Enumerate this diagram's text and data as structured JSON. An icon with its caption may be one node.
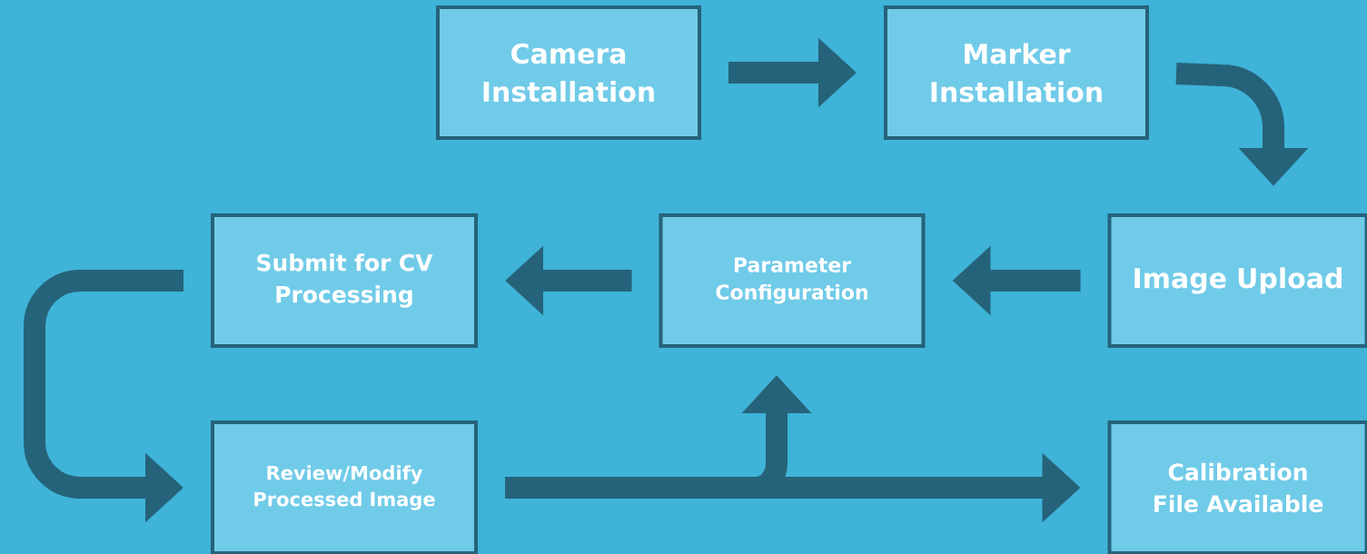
{
  "diagram": {
    "nodes": [
      {
        "text": [
          "Camera Installation"
        ]
      },
      {
        "text": [
          "Marker Installation"
        ]
      },
      {
        "text": [
          "Image Upload"
        ]
      },
      {
        "text": [
          "Parameter Configuration"
        ]
      },
      {
        "text": [
          "Submit for CV Processing"
        ]
      },
      {
        "text": [
          "Review/Modify Processed Image"
        ]
      },
      {
        "text": [
          "Calibration File Available"
        ]
      }
    ],
    "edges": [
      {
        "from": 0,
        "to": 1,
        "arrow": "to"
      },
      {
        "from": 1,
        "to": 2,
        "arrow": "to"
      },
      {
        "from": 2,
        "to": 3,
        "arrow": "to"
      },
      {
        "from": 3,
        "to": 4,
        "arrow": "to"
      },
      {
        "from": 4,
        "to": 5,
        "arrow": "to"
      },
      {
        "from": 5,
        "to": 3,
        "arrow": "to"
      },
      {
        "from": 5,
        "to": 6,
        "arrow": "to"
      }
    ]
  }
}
